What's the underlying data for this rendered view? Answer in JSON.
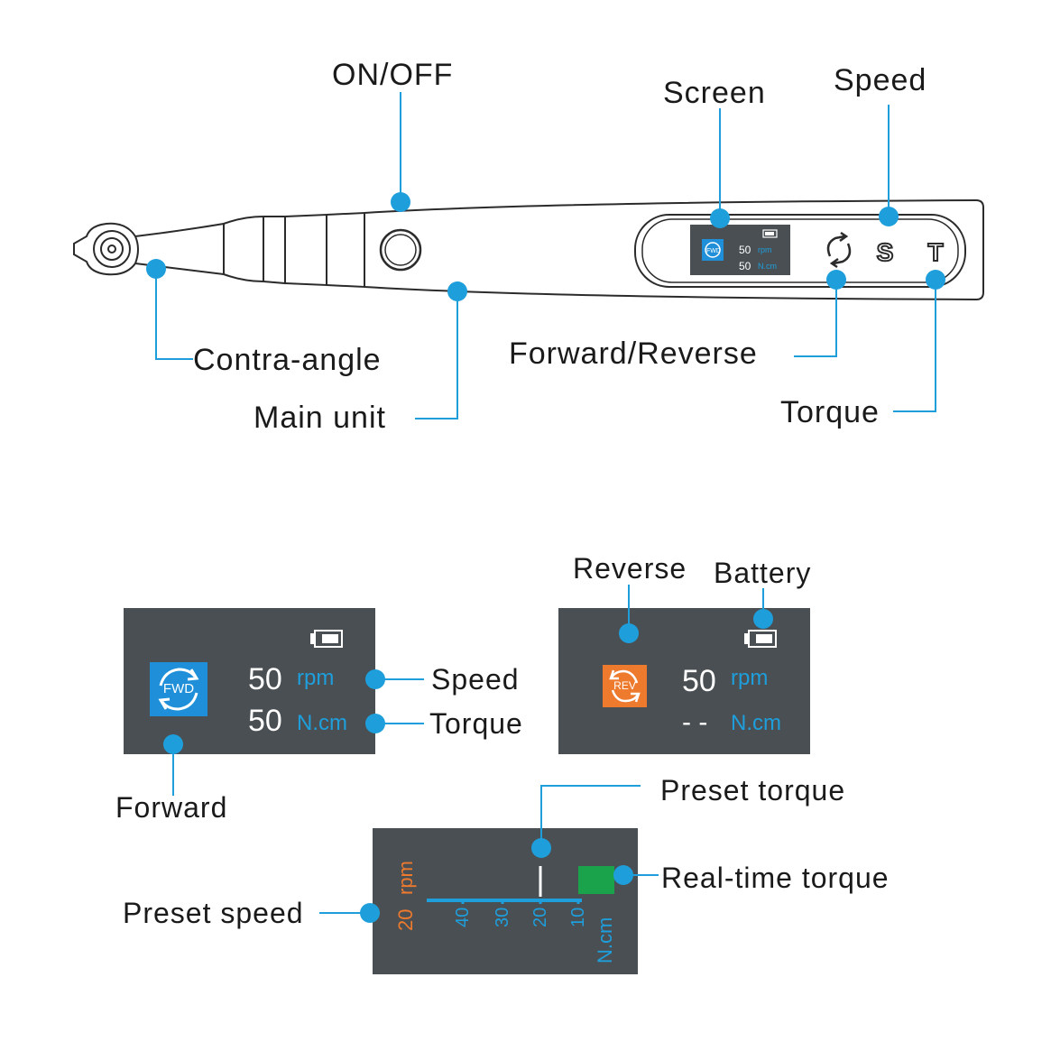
{
  "device": {
    "labels": {
      "on_off": "ON/OFF",
      "screen": "Screen",
      "speed": "Speed",
      "contra_angle": "Contra-angle",
      "main_unit": "Main unit",
      "forward_reverse": "Forward/Reverse",
      "torque": "Torque"
    },
    "mini_screen": {
      "speed": "50",
      "speed_unit": "rpm",
      "torque": "50",
      "torque_unit": "N.cm",
      "mode": "FWD"
    },
    "buttons": {
      "speed_key": "S",
      "torque_key": "T"
    }
  },
  "forward_panel": {
    "mode_badge": "FWD",
    "speed_value": "50",
    "speed_unit": "rpm",
    "torque_value": "50",
    "torque_unit": "N.cm",
    "labels": {
      "speed": "Speed",
      "torque": "Torque",
      "forward": "Forward"
    }
  },
  "reverse_panel": {
    "mode_badge": "REV",
    "speed_value": "50",
    "speed_unit": "rpm",
    "torque_value": "- -",
    "torque_unit": "N.cm",
    "labels": {
      "reverse": "Reverse",
      "battery": "Battery"
    }
  },
  "torque_panel": {
    "preset_speed_value": "20",
    "preset_speed_unit": "rpm",
    "scale_ticks": [
      "40",
      "30",
      "20",
      "10"
    ],
    "scale_unit": "N.cm",
    "labels": {
      "preset_torque": "Preset torque",
      "real_time_torque": "Real-time torque",
      "preset_speed": "Preset speed"
    }
  },
  "colors": {
    "callout": "#1e9fdc",
    "panel_bg": "#4a4f53",
    "forward_badge": "#1e8fd8",
    "reverse_badge": "#ee7a2e",
    "realtime_bar": "#1aa34a",
    "rpm_orange": "#ee7a2e"
  }
}
